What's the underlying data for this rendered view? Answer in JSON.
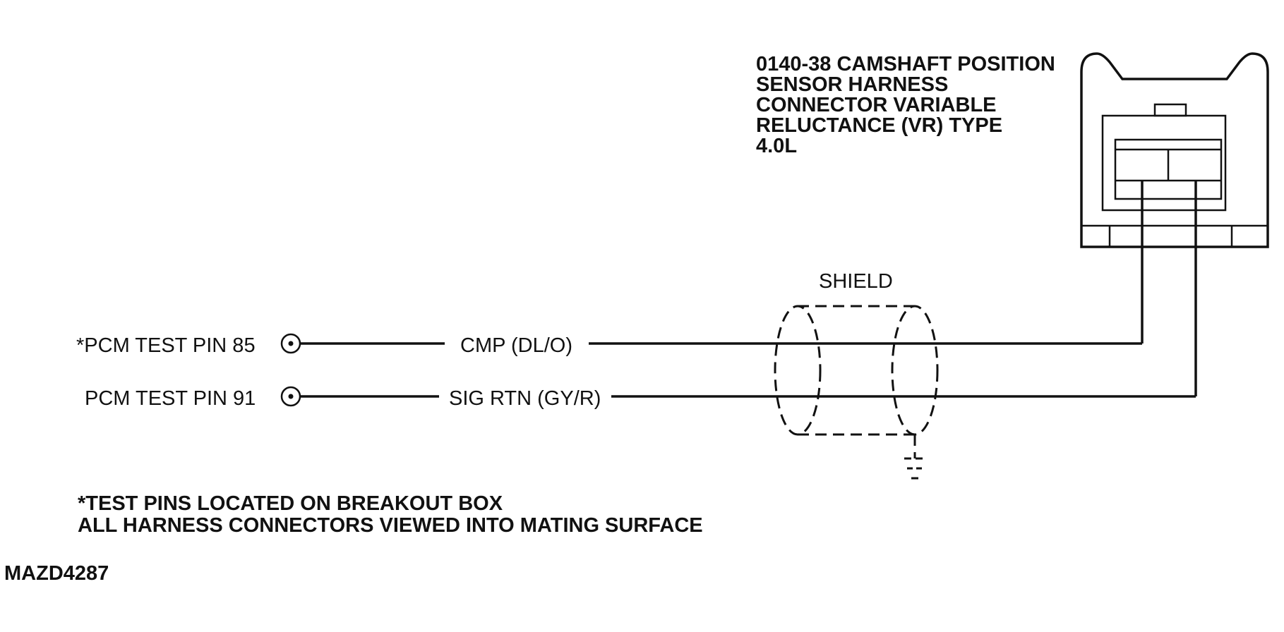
{
  "connector": {
    "title_lines": [
      "0140-38 CAMSHAFT POSITION",
      "SENSOR HARNESS",
      "CONNECTOR VARIABLE",
      "RELUCTANCE (VR) TYPE",
      "4.0L"
    ]
  },
  "shield": {
    "label": "SHIELD"
  },
  "pins": [
    {
      "label": "*PCM TEST PIN 85",
      "wire_label": "CMP (DL/O)"
    },
    {
      "label": "PCM TEST PIN 91",
      "wire_label": "SIG RTN (GY/R)"
    }
  ],
  "notes": [
    "*TEST PINS LOCATED ON BREAKOUT BOX",
    "ALL HARNESS CONNECTORS VIEWED INTO MATING SURFACE"
  ],
  "figure_code": "MAZD4287"
}
